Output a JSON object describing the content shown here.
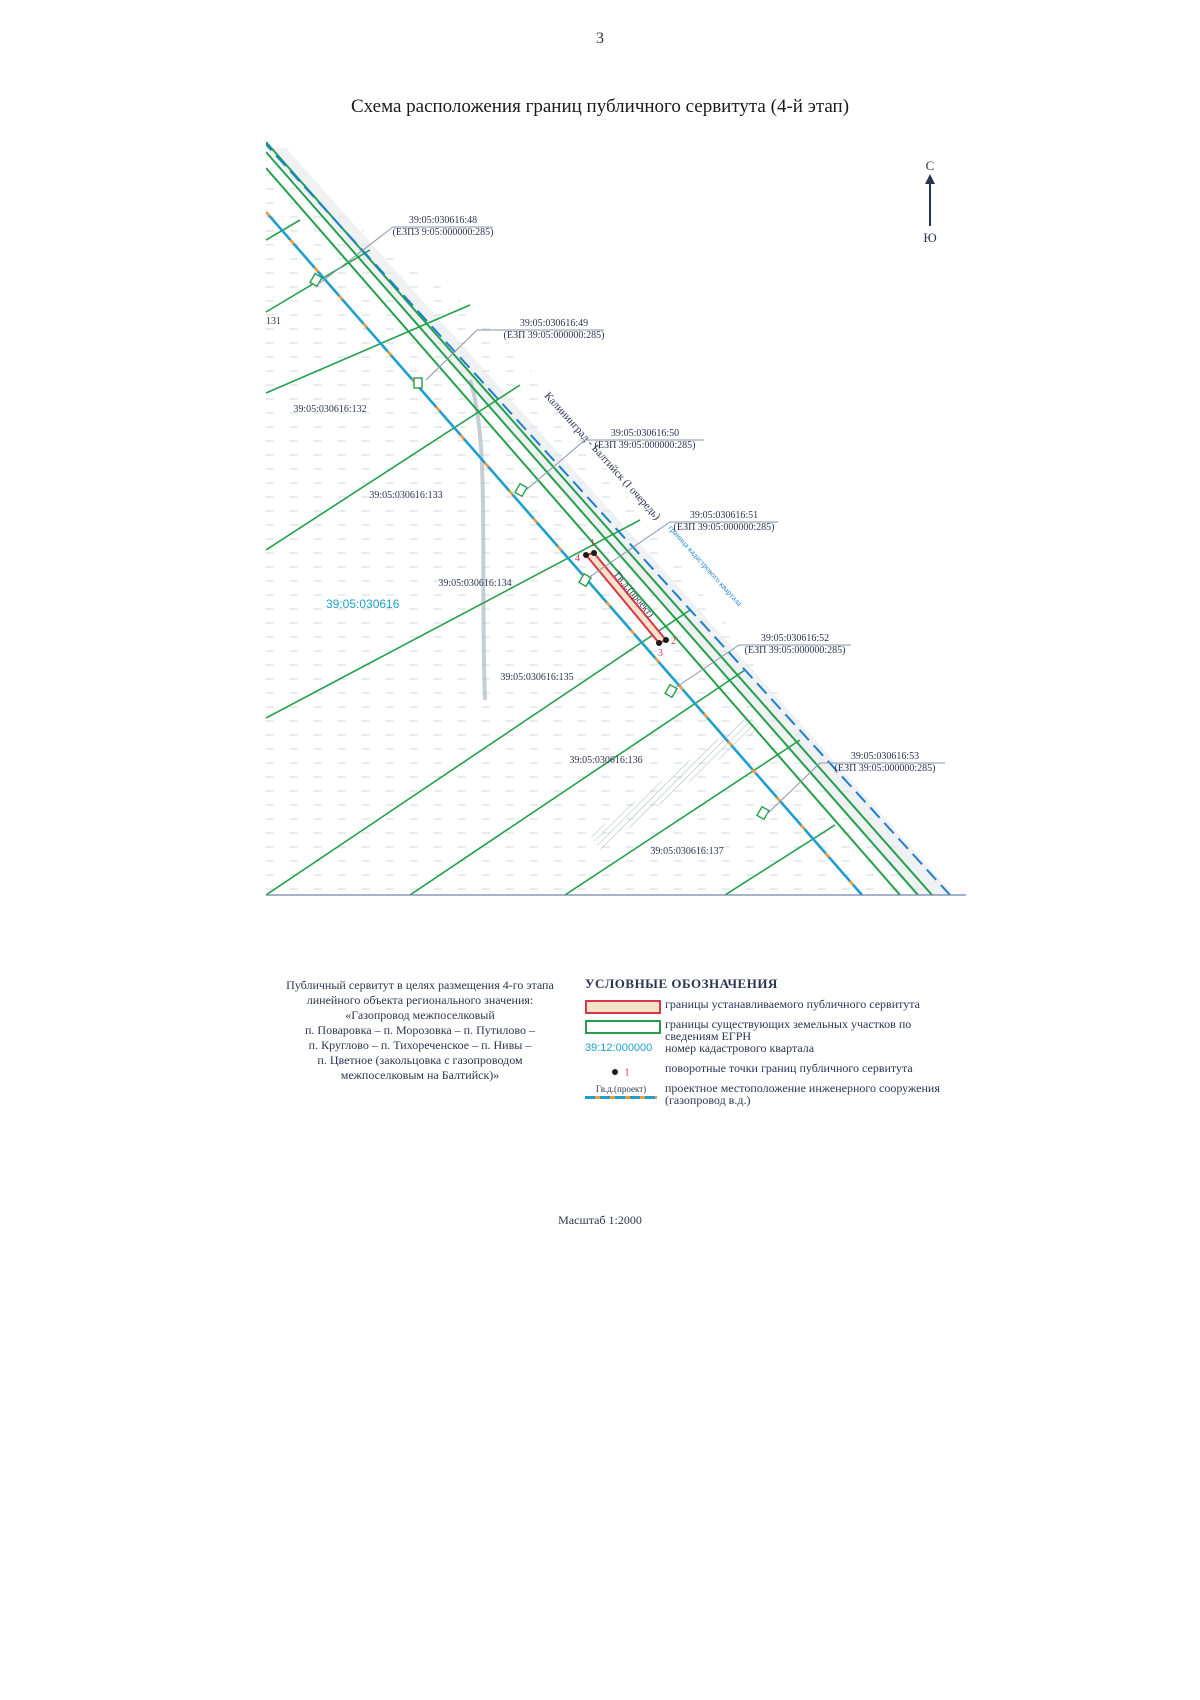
{
  "page_number": "3",
  "title": "Схема расположения границ публичного сервитута (4-й этап)",
  "compass": {
    "north": "С",
    "south": "Ю"
  },
  "map": {
    "road_label": "Калининград - Балтийск (I очередь)",
    "boundary_label": "граница кадастрового квартала",
    "quarter_label": "39:05:030616",
    "edge_label": "131",
    "gas_label": "Гв.д.(проект)",
    "parcels": [
      {
        "id": "p132",
        "label": "39:05:030616:132"
      },
      {
        "id": "p133",
        "label": "39:05:030616:133"
      },
      {
        "id": "p134",
        "label": "39:05:030616:134"
      },
      {
        "id": "p135",
        "label": "39:05:030616:135"
      },
      {
        "id": "p136",
        "label": "39:05:030616:136"
      },
      {
        "id": "p137",
        "label": "39:05:030616:137"
      }
    ],
    "callouts": [
      {
        "id": "c48",
        "line1": "39:05:030616:48",
        "line2": "(ЕЗП3 9:05:000000:285)"
      },
      {
        "id": "c49",
        "line1": "39:05:030616:49",
        "line2": "(ЕЗП 39:05:000000:285)"
      },
      {
        "id": "c50",
        "line1": "39:05:030616:50",
        "line2": "(ЕЗП 39:05:000000:285)"
      },
      {
        "id": "c51",
        "line1": "39:05:030616:51",
        "line2": "(ЕЗП 39:05:000000:285)"
      },
      {
        "id": "c52",
        "line1": "39:05:030616:52",
        "line2": "(ЕЗП 39:05:000000:285)"
      },
      {
        "id": "c53",
        "line1": "39:05:030616:53",
        "line2": "(ЕЗП 39:05:000000:285)"
      }
    ],
    "turn_points": [
      "1",
      "2",
      "3",
      "4"
    ]
  },
  "caption_lines": [
    "Публичный сервитут в целях размещения 4-го этапа",
    "линейного объекта регионального значения:",
    "«Газопровод межпоселковый",
    "п. Поваровка – п. Морозовка – п. Путилово –",
    "п. Круглово – п. Тихореченское – п. Нивы –",
    "п. Цветное (закольцовка с газопроводом",
    "межпоселковым на Балтийск)»"
  ],
  "legend": {
    "title": "УСЛОВНЫЕ ОБОЗНАЧЕНИЯ",
    "servitude": "границы устанавливаемого публичного сервитута",
    "parcels": "границы существующих земельных участков по сведениям ЕГРН",
    "quarter_code": "39:12:000000",
    "quarter": "номер кадастрового квартала",
    "point_num": "1",
    "points": "поворотные точки границ публичного сервитута",
    "gas_code": "Гв.д.(проект)",
    "gas": "проектное местоположение инженерного сооружения (газопровод в.д.)"
  },
  "scale": "Масштаб 1:2000",
  "colors": {
    "parcel": "#22a04a",
    "boundary": "#1e7fd0",
    "gas_blue": "#1e9fd0",
    "gas_orange": "#f49a3a",
    "servitude": "#d8364a"
  }
}
